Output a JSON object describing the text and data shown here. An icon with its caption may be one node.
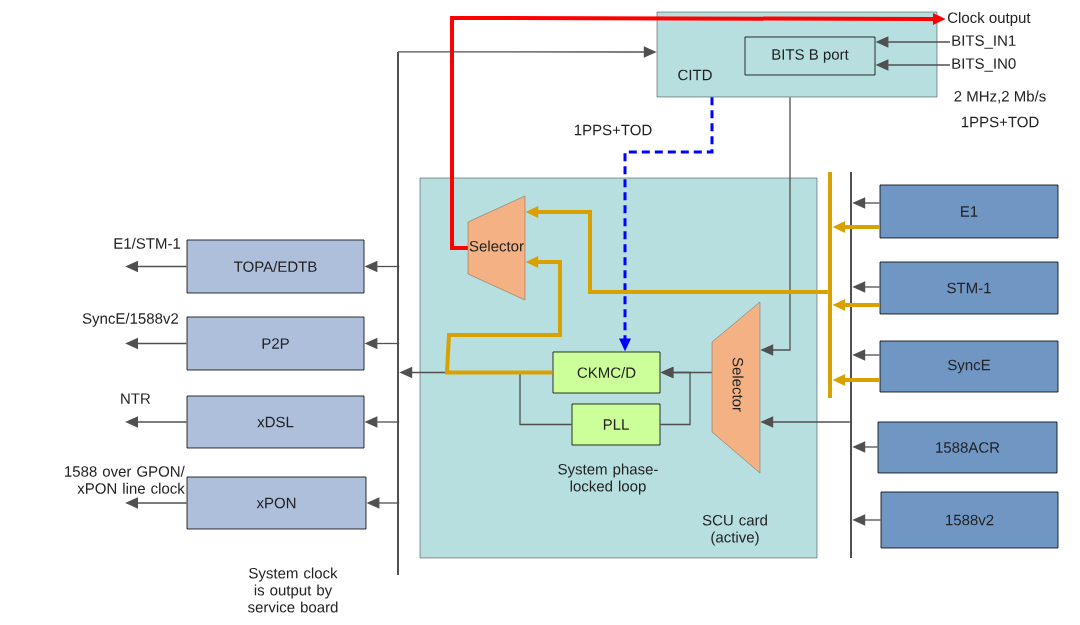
{
  "diagram": {
    "nodes": [
      {
        "text": [
          "CITD"
        ]
      },
      {
        "text": [
          "BITS B port"
        ],
        "in": 0
      },
      {
        "text": [
          "SCU card (active)"
        ]
      },
      {
        "text": [
          "Selector"
        ],
        "in": 2
      },
      {
        "text": [
          "Selector"
        ],
        "in": 2
      },
      {
        "text": [
          "CKMC/D"
        ],
        "in": 2
      },
      {
        "text": [
          "PLL"
        ],
        "in": 2,
        "beside": [
          "System phase-locked loop"
        ]
      },
      {
        "text": [
          "TOPA/EDTB"
        ]
      },
      {
        "text": [
          "P2P"
        ]
      },
      {
        "text": [
          "xDSL"
        ]
      },
      {
        "text": [
          "xPON"
        ]
      },
      {
        "text": [
          "E1"
        ]
      },
      {
        "text": [
          "STM-1"
        ]
      },
      {
        "text": [
          "SyncE"
        ]
      },
      {
        "text": [
          "1588ACR"
        ]
      },
      {
        "text": [
          "1588v2"
        ]
      },
      {
        "text": [],
        "shape": "bar"
      },
      {
        "text": [],
        "shape": "bar"
      },
      {
        "text": [],
        "shape": "bar"
      },
      {
        "text": [
          "Clock output"
        ]
      },
      {
        "text": [
          "BITS_IN1"
        ]
      },
      {
        "text": [
          "BITS_IN0"
        ]
      }
    ],
    "edges": [
      {
        "from": 3,
        "to": 19,
        "arrow": "to",
        "style": "thick",
        "color": "#ff0000"
      },
      {
        "from": 20,
        "to": 1,
        "arrow": "to"
      },
      {
        "from": 21,
        "to": 1,
        "arrow": "to"
      },
      {
        "from": 0,
        "to": 5,
        "arrow": "to",
        "style": "dashed",
        "color": "#0000ff",
        "label": "1PPS+TOD"
      },
      {
        "from": 0,
        "to": 4,
        "arrow": "to"
      },
      {
        "from": 16,
        "to": 0,
        "arrow": "to"
      },
      {
        "from": 4,
        "to": 5,
        "arrow": "to"
      },
      {
        "from": 5,
        "to": 16,
        "arrow": "to"
      },
      {
        "from": 5,
        "to": 6,
        "arrow": "none"
      },
      {
        "from": 6,
        "to": 5,
        "arrow": "to"
      },
      {
        "from": 5,
        "to": 3,
        "arrow": "to",
        "style": "thick",
        "color": "#d9a100"
      },
      {
        "from": 18,
        "to": 3,
        "arrow": "to",
        "style": "thick",
        "color": "#d9a100"
      },
      {
        "from": 17,
        "to": 4,
        "arrow": "to"
      },
      {
        "from": 16,
        "to": 7,
        "arrow": "to"
      },
      {
        "from": 16,
        "to": 8,
        "arrow": "to"
      },
      {
        "from": 16,
        "to": 9,
        "arrow": "to"
      },
      {
        "from": 16,
        "to": 10,
        "arrow": "to"
      },
      {
        "from": 7,
        "to": null,
        "arrow": "to",
        "label": "E1/STM-1"
      },
      {
        "from": 8,
        "to": null,
        "arrow": "to",
        "label": "SyncE/1588v2"
      },
      {
        "from": 9,
        "to": null,
        "arrow": "to",
        "label": "NTR"
      },
      {
        "from": 10,
        "to": null,
        "arrow": "to",
        "label": "1588 over GPON/ xPON line clock"
      },
      {
        "from": 11,
        "to": 17,
        "arrow": "to"
      },
      {
        "from": 12,
        "to": 17,
        "arrow": "to"
      },
      {
        "from": 13,
        "to": 17,
        "arrow": "to"
      },
      {
        "from": 14,
        "to": 17,
        "arrow": "to"
      },
      {
        "from": 15,
        "to": 17,
        "arrow": "to"
      },
      {
        "from": 11,
        "to": 18,
        "arrow": "to",
        "style": "thick",
        "color": "#d9a100"
      },
      {
        "from": 12,
        "to": 18,
        "arrow": "to",
        "style": "thick",
        "color": "#d9a100"
      },
      {
        "from": 13,
        "to": 18,
        "arrow": "to",
        "style": "thick",
        "color": "#d9a100"
      }
    ],
    "labels": [
      "2 MHz,2 Mb/s",
      "1PPS+TOD",
      "System clock is output by service board"
    ]
  }
}
